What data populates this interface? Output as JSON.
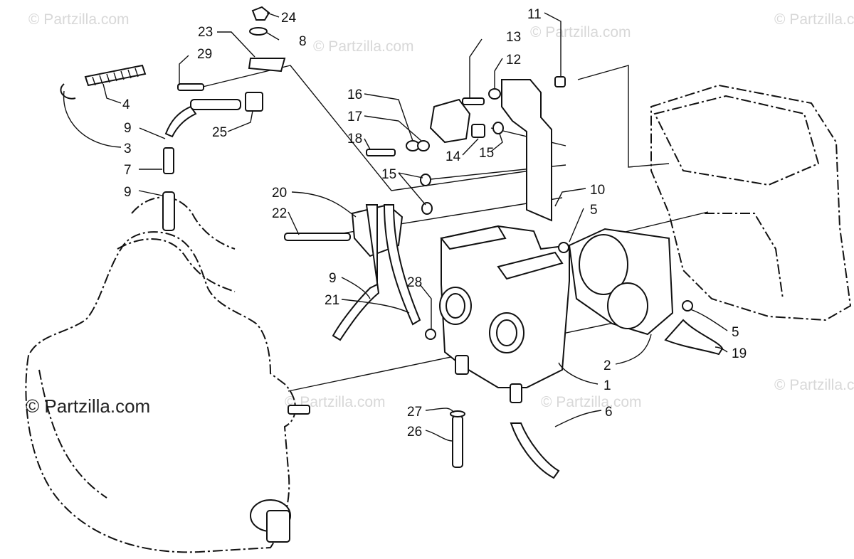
{
  "watermark": "© Partzilla.com",
  "callouts": [
    {
      "id": "c24",
      "label": "24"
    },
    {
      "id": "c8",
      "label": "8"
    },
    {
      "id": "c23",
      "label": "23"
    },
    {
      "id": "c29",
      "label": "29"
    },
    {
      "id": "c4",
      "label": "4"
    },
    {
      "id": "c9a",
      "label": "9"
    },
    {
      "id": "c25",
      "label": "25"
    },
    {
      "id": "c3",
      "label": "3"
    },
    {
      "id": "c7",
      "label": "7"
    },
    {
      "id": "c9b",
      "label": "9"
    },
    {
      "id": "c11",
      "label": "11"
    },
    {
      "id": "c13",
      "label": "13"
    },
    {
      "id": "c12",
      "label": "12"
    },
    {
      "id": "c16",
      "label": "16"
    },
    {
      "id": "c17",
      "label": "17"
    },
    {
      "id": "c18",
      "label": "18"
    },
    {
      "id": "c14",
      "label": "14"
    },
    {
      "id": "c15a",
      "label": "15"
    },
    {
      "id": "c15b",
      "label": "15"
    },
    {
      "id": "c20",
      "label": "20"
    },
    {
      "id": "c22",
      "label": "22"
    },
    {
      "id": "c10",
      "label": "10"
    },
    {
      "id": "c5a",
      "label": "5"
    },
    {
      "id": "c9c",
      "label": "9"
    },
    {
      "id": "c21",
      "label": "21"
    },
    {
      "id": "c28",
      "label": "28"
    },
    {
      "id": "c5b",
      "label": "5"
    },
    {
      "id": "c19",
      "label": "19"
    },
    {
      "id": "c2",
      "label": "2"
    },
    {
      "id": "c1",
      "label": "1"
    },
    {
      "id": "c27",
      "label": "27"
    },
    {
      "id": "c6",
      "label": "6"
    },
    {
      "id": "c26",
      "label": "26"
    }
  ]
}
